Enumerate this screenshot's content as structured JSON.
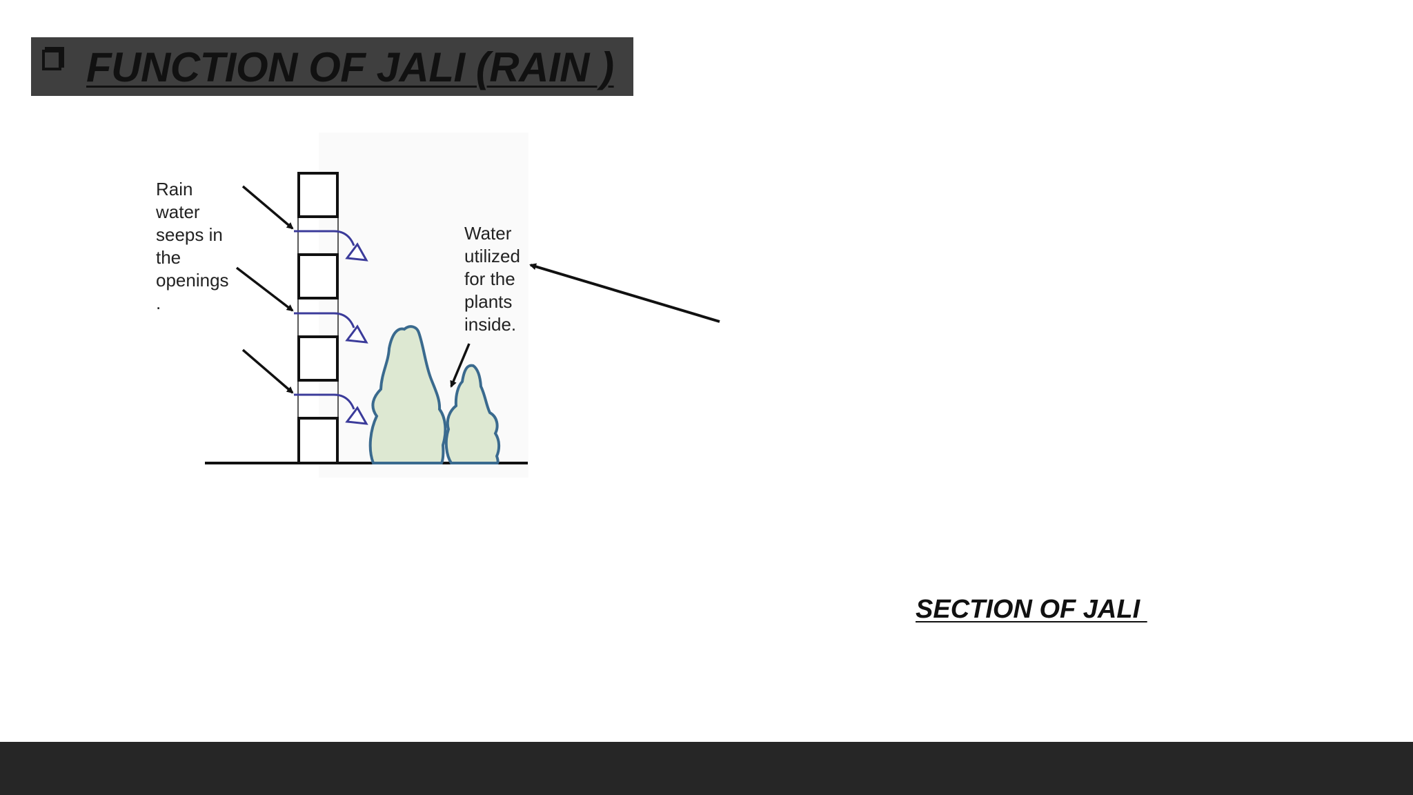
{
  "slide": {
    "title": "FUNCTION OF JALI (RAIN )",
    "title_bullet_icon": "checkbox-square-icon",
    "caption": "SECTION OF JALI "
  },
  "diagram": {
    "rain_label_lines": [
      "Rain",
      "water",
      "seeps in",
      "the",
      "openings",
      "."
    ],
    "water_label_lines": [
      "Water",
      "utilized",
      "for the",
      "plants",
      "inside."
    ]
  },
  "colors": {
    "title_bar": "#3f3f3f",
    "footer_bar": "#262626",
    "water_path": "#3b3b9a",
    "plant_fill": "#dde8d2",
    "plant_stroke": "#3a6a8e"
  }
}
